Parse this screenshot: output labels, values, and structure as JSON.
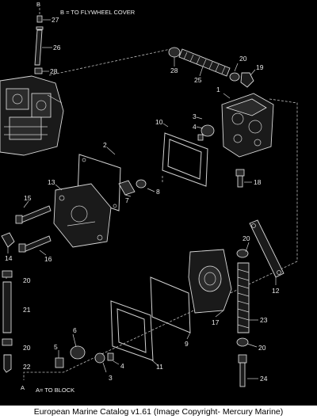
{
  "notes": {
    "b_label": "B",
    "b_note": "B = TO FLYWHEEL COVER",
    "a_label": "A",
    "a_note": "A= TO BLOCK"
  },
  "callouts": [
    "27",
    "26",
    "28",
    "28",
    "25",
    "20",
    "19",
    "1",
    "3",
    "4",
    "10",
    "2",
    "13",
    "7",
    "8",
    "18",
    "15",
    "14",
    "16",
    "20",
    "12",
    "6",
    "5",
    "4",
    "3",
    "20",
    "21",
    "20",
    "22",
    "17",
    "9",
    "11",
    "23",
    "20",
    "24"
  ],
  "footer": {
    "caption": "European Marine Catalog v1.61 (Image Copyright- Mercury Marine)"
  }
}
